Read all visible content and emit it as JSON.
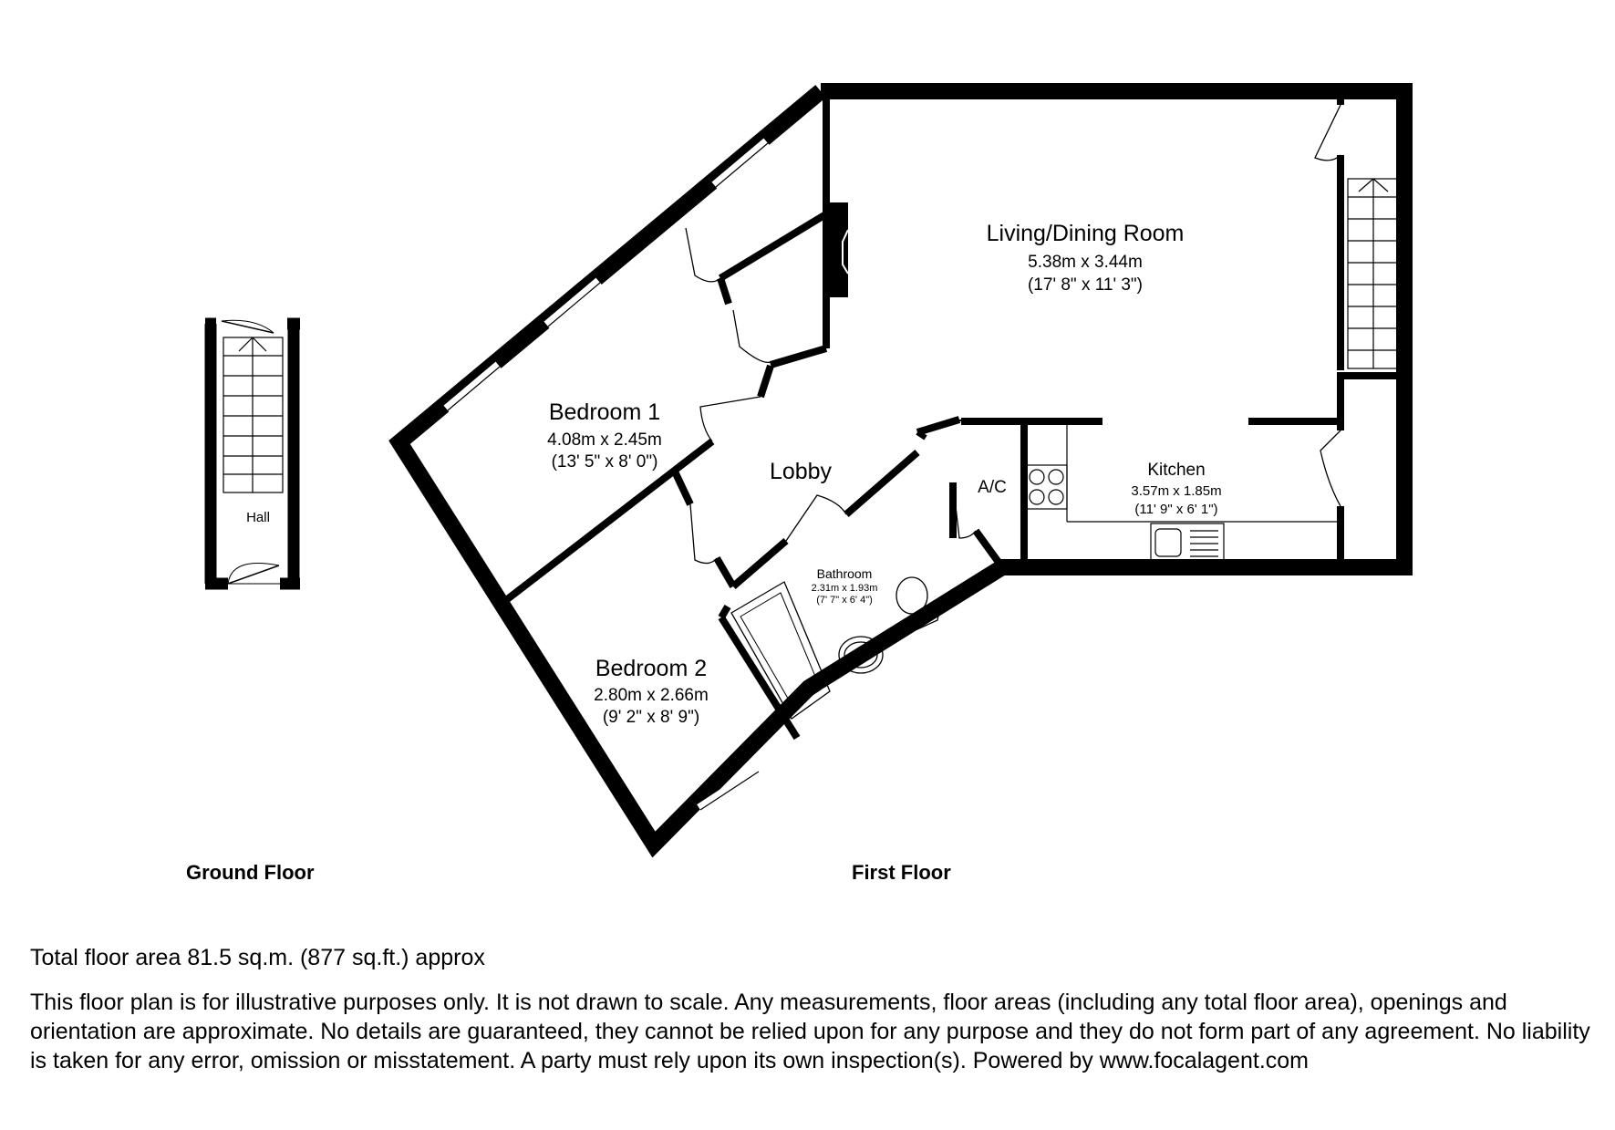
{
  "floors": {
    "ground": {
      "label": "Ground Floor",
      "rooms": {
        "hall": {
          "name": "Hall"
        }
      }
    },
    "first": {
      "label": "First Floor",
      "rooms": {
        "living": {
          "name": "Living/Dining Room",
          "metric": "5.38m x 3.44m",
          "imperial": "(17' 8\" x 11' 3\")"
        },
        "bedroom1": {
          "name": "Bedroom 1",
          "metric": "4.08m x 2.45m",
          "imperial": "(13' 5\" x 8' 0\")"
        },
        "bedroom2": {
          "name": "Bedroom 2",
          "metric": "2.80m x 2.66m",
          "imperial": "(9' 2\" x 8' 9\")"
        },
        "kitchen": {
          "name": "Kitchen",
          "metric": "3.57m x 1.85m",
          "imperial": "(11' 9\" x 6' 1\")"
        },
        "bathroom": {
          "name": "Bathroom",
          "metric": "2.31m x 1.93m",
          "imperial": "(7' 7\" x 6' 4\")"
        },
        "lobby": {
          "name": "Lobby"
        },
        "ac": {
          "name": "A/C"
        }
      }
    }
  },
  "footer": {
    "total_area": "Total floor area 81.5 sq.m. (877 sq.ft.) approx",
    "disclaimer": "This floor plan is for illustrative purposes only. It is not drawn to scale. Any measurements, floor areas (including any total floor area), openings and orientation are approximate. No details are guaranteed, they cannot be relied upon for any purpose and they do not form part of any agreement. No liability is taken for any error, omission or misstatement. A party must rely upon its own inspection(s). Powered by www.focalagent.com"
  }
}
